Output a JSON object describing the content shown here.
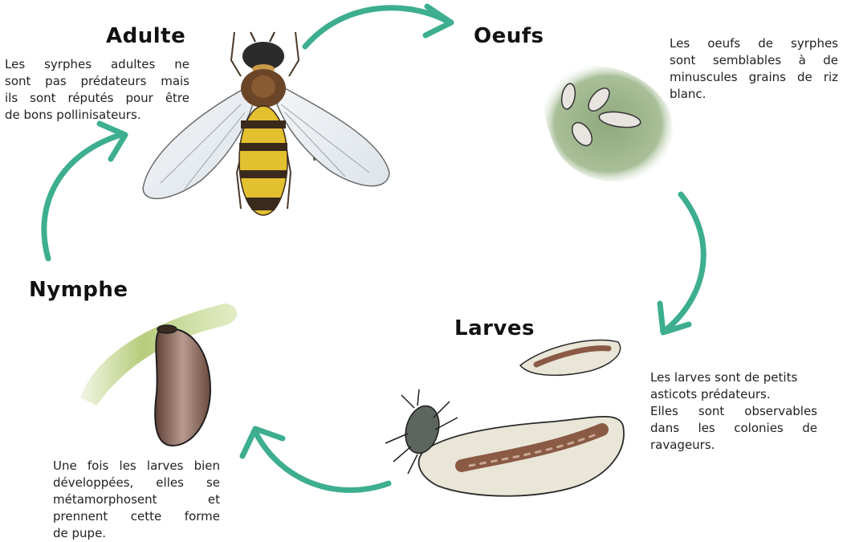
{
  "stages": {
    "adult": {
      "title": "Adulte",
      "lines": [
        "Les syrphes adultes ne",
        "sont pas prédateurs mais",
        "ils sont réputés pour être",
        "de bons pollinisateurs."
      ]
    },
    "eggs": {
      "title": "Oeufs",
      "lines": [
        "Les oeufs de syrphes",
        "sont semblables à de",
        "minuscules grains de riz",
        "blanc."
      ]
    },
    "larvae": {
      "title": "Larves",
      "lines": [
        "Les larves sont de petits",
        "asticots prédateurs.",
        "Elles sont observables",
        "dans les colonies de",
        "ravageurs."
      ]
    },
    "pupa": {
      "title": "Nymphe",
      "lines": [
        "Une fois les larves bien",
        "développées, elles se",
        "métamorphosent et",
        "prennent cette forme",
        "de pupe."
      ]
    }
  },
  "colors": {
    "arrow": "#3dae8f",
    "leaf": "#9bb58a",
    "larva_body": "#e9e6d8",
    "larva_stripe": "#8a5a45",
    "pupa": "#7a5548",
    "fly_yellow": "#e3c030",
    "fly_dark": "#3a2a1c"
  },
  "icons": {
    "adult": "hoverfly-icon",
    "eggs": "eggs-on-leaf-icon",
    "larvae": "larvae-icon",
    "aphid": "aphid-icon",
    "pupa": "pupa-icon",
    "arrow": "cycle-arrow-icon"
  }
}
